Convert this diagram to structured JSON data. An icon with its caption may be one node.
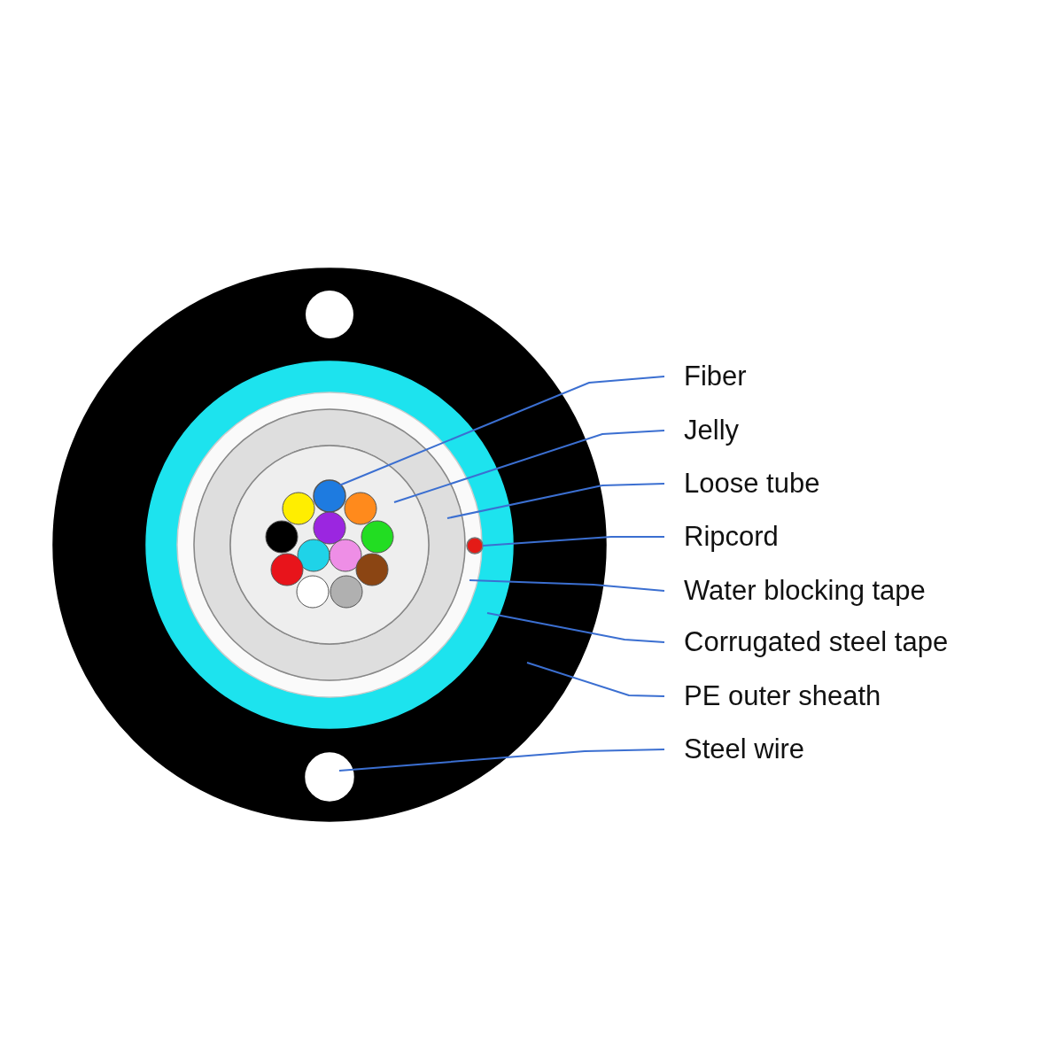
{
  "diagram": {
    "nodes": [
      {
        "text": [
          "Fiber"
        ]
      },
      {
        "text": [
          "Jelly"
        ]
      },
      {
        "text": [
          "Loose tube"
        ]
      },
      {
        "text": [
          "Ripcord"
        ]
      },
      {
        "text": [
          "Water blocking tape"
        ]
      },
      {
        "text": [
          "Corrugated steel tape"
        ]
      },
      {
        "text": [
          "PE outer sheath"
        ]
      },
      {
        "text": [
          "Steel wire"
        ]
      },
      {
        "text": [],
        "shape": "circle",
        "in": 9
      },
      {
        "text": [],
        "shape": "circle",
        "in": 10
      },
      {
        "text": [],
        "shape": "circle",
        "in": 12
      },
      {
        "text": [],
        "shape": "circle",
        "in": 12
      },
      {
        "text": [],
        "shape": "circle",
        "in": 13
      },
      {
        "text": [],
        "shape": "circle",
        "in": 14
      },
      {
        "text": [],
        "shape": "circle"
      },
      {
        "text": [],
        "shape": "circle",
        "in": 14
      }
    ],
    "edges": [
      {
        "from": 0,
        "to": 8,
        "arrow": "none"
      },
      {
        "from": 1,
        "to": 9,
        "arrow": "none"
      },
      {
        "from": 2,
        "to": 10,
        "arrow": "none"
      },
      {
        "from": 3,
        "to": 11,
        "arrow": "none"
      },
      {
        "from": 4,
        "to": 12,
        "arrow": "none"
      },
      {
        "from": 5,
        "to": 13,
        "arrow": "none"
      },
      {
        "from": 6,
        "to": 14,
        "arrow": "none"
      },
      {
        "from": 7,
        "to": 15,
        "arrow": "none"
      }
    ]
  }
}
